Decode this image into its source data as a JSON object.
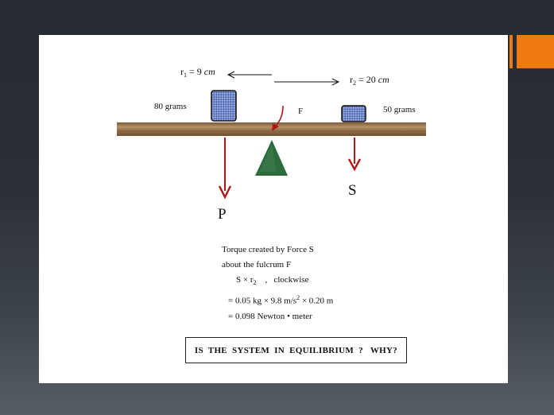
{
  "diagram": {
    "r1_label": "r",
    "r1_sub": "1",
    "r1_value": " = 9 ",
    "r1_unit": "cm",
    "r2_label": "r",
    "r2_sub": "2",
    "r2_value": " = 20 ",
    "r2_unit": "cm",
    "left_mass": "80  grams",
    "right_mass": "50 grams",
    "fulcrum_force": "F",
    "force_left": "P",
    "force_right": "S"
  },
  "calculation": {
    "line1": "Torque  created  by  Force S",
    "line2": "about  the fulcrum   F",
    "line3_a": "S  ×  r",
    "line3_sub": "2",
    "line3_b": "    ,   clockwise",
    "line4_a": "=  0.05  kg × 9.8  m/s",
    "line4_sup": "2",
    "line4_b": " × 0.20 m",
    "line5": "=  0.098  Newton • meter"
  },
  "question": "IS  THE  SYSTEM  IN  EQUILIBRIUM  ?   WHY?",
  "colors": {
    "accent": "#f07a12",
    "beam": "#a07850",
    "arrow": "#b01818",
    "fulcrum": "#2e6b3c",
    "weight": "#6f86c8"
  }
}
